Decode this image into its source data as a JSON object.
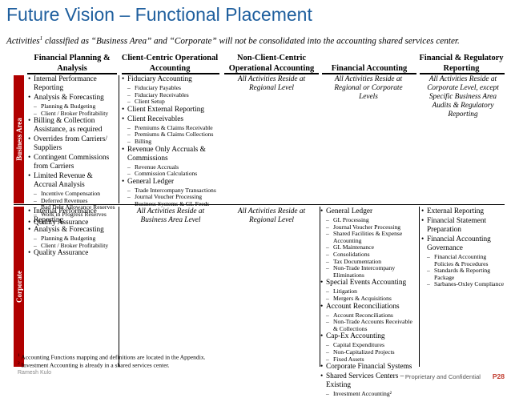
{
  "title": "Future Vision – Functional Placement",
  "subtitle": {
    "prefix": "Activities",
    "sup": "1",
    "rest": " classified as “Business Area” and “Corporate” will not be consolidated into the accounting shared services center."
  },
  "columns": [
    "Financial Planning & Analysis",
    "Client-Centric Operational Accounting",
    "Non-Client-Centric Operational Accounting",
    "Financial Accounting",
    "Financial & Regulatory Reporting"
  ],
  "rows": [
    {
      "label": "Business Area"
    },
    {
      "label": "Corporate"
    }
  ],
  "business_area": {
    "fpa": [
      {
        "text": "Internal Performance Reporting",
        "subs": []
      },
      {
        "text": "Analysis & Forecasting",
        "subs": [
          "Planning & Budgeting",
          "Client / Broker Profitability"
        ]
      },
      {
        "text": "Billing & Collection Assistance, as required",
        "subs": []
      },
      {
        "text": "Overrides from Carriers/ Suppliers",
        "subs": []
      },
      {
        "text": "Contingent Commissions from Carriers",
        "subs": []
      },
      {
        "text": "Limited Revenue & Accrual Analysis",
        "subs": [
          "Incentive Compensation",
          "Deferred Revenues",
          "Bad Debt Allowance Reserves",
          "Work in Progress Reserves"
        ]
      },
      {
        "text": "Quality Assurance",
        "subs": []
      }
    ],
    "client_centric": [
      {
        "text": "Fiduciary Accounting",
        "subs": [
          "Fiduciary Payables",
          "Fiduciary Receivables",
          "Client Setup"
        ]
      },
      {
        "text": "Client External Reporting",
        "subs": []
      },
      {
        "text": "Client Receivables",
        "subs": [
          "Premiums & Claims Receivable",
          "Premiums & Claims Collections",
          "Billing"
        ]
      },
      {
        "text": "Revenue Only Accruals & Commissions",
        "subs": [
          "Revenue Accruals",
          "Commission Calculations"
        ]
      },
      {
        "text": "General Ledger",
        "subs": [
          "Trade Intercompany Transactions",
          "Journal Voucher Processing",
          "Business Systems & GL Feeds"
        ]
      }
    ],
    "non_client_centric": "All Activities Reside at Regional Level",
    "financial_accounting": "All Activities Reside at Regional or Corporate Levels",
    "reporting": "All Activities Reside at Corporate Level, except Specific Business Area Audits & Regulatory Reporting"
  },
  "corporate": {
    "fpa": [
      {
        "text": "Internal Performance Reporting",
        "subs": []
      },
      {
        "text": "Analysis & Forecasting",
        "subs": [
          "Planning & Budgeting",
          "Client / Broker Profitability"
        ]
      },
      {
        "text": "Quality Assurance",
        "subs": []
      }
    ],
    "client_centric": "All Activities Reside at Business Area Level",
    "non_client_centric": "All Activities Reside at Regional Level",
    "financial_accounting": [
      {
        "text": "General Ledger",
        "subs": [
          "GL Processing",
          "Journal Voucher Processing",
          "Shared Facilities & Expense Accounting",
          "GL Maintenance",
          "Consolidations",
          "Tax Documentation",
          "Non-Trade Intercompany Eliminations"
        ]
      },
      {
        "text": "Special Events Accounting",
        "subs": [
          "Litigation",
          "Mergers & Acquisitions"
        ]
      },
      {
        "text": "Account Reconciliations",
        "subs": [
          "Account Reconciliations",
          "Non-Trade Accounts Receivable & Collections"
        ]
      },
      {
        "text": "Cap-Ex Accounting",
        "subs": [
          "Capital Expenditures",
          "Non-Capitalized Projects",
          "Fixed Assets"
        ]
      },
      {
        "text": "Corporate Financial Systems",
        "subs": []
      },
      {
        "text": "Shared Services Centers – Existing",
        "subs": [
          "Investment Accounting²"
        ]
      }
    ],
    "reporting": [
      {
        "text": "External Reporting",
        "subs": []
      },
      {
        "text": "Financial Statement Preparation",
        "subs": []
      },
      {
        "text": "Financial Accounting Governance",
        "subs": [
          "Financial Accounting Policies & Procedures",
          "Standards & Reporting Package",
          "Sarbanes-Oxley Compliance"
        ]
      }
    ]
  },
  "footnotes": [
    {
      "sup": "1",
      "text": " Accounting Functions mapping and definitions are located in the Appendix."
    },
    {
      "sup": "2",
      "text": " Investment Accounting is already in a shared services center."
    }
  ],
  "footer": {
    "brand": "Ramesh Kulo",
    "confidential": "Proprietary and Confidential",
    "page": "P28"
  },
  "colors": {
    "title": "#1f5f9e",
    "sidebar": "#b00000",
    "page_number": "#c0392b"
  }
}
